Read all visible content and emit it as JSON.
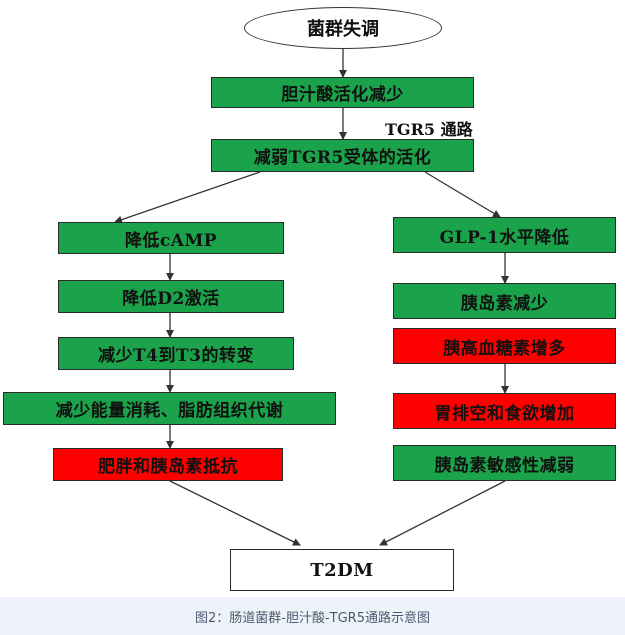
{
  "colors": {
    "green": "#1aa34a",
    "red": "#ff0000",
    "caption_bg": "#eef3fa"
  },
  "diagram": {
    "top": "菌群失调",
    "step1": "胆汁酸活化减少",
    "pathway_label": "TGR5 通路",
    "step2": "减弱TGR5受体的活化",
    "left": {
      "l1": "降低cAMP",
      "l2": "降低D2激活",
      "l3": "减少T4到T3的转变",
      "l4": "减少能量消耗、脂肪组织代谢",
      "l5": "肥胖和胰岛素抵抗"
    },
    "right": {
      "r1": "GLP-1水平降低",
      "r2": "胰岛素减少",
      "r3": "胰高血糖素增多",
      "r4": "胃排空和食欲增加",
      "r5": "胰岛素敏感性减弱"
    },
    "bottom": "T2DM"
  },
  "caption": "图2：肠道菌群-胆汁酸-TGR5通路示意图"
}
